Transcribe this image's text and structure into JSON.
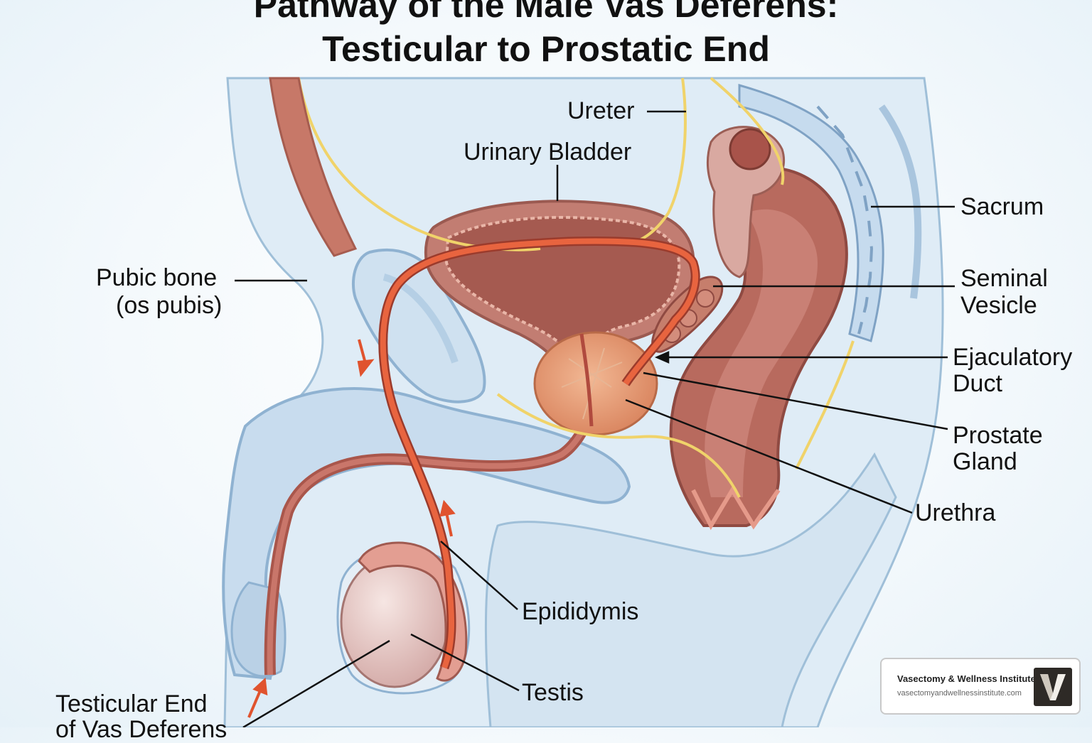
{
  "title": {
    "line1": "Pathway of the Male Vas Deferens:",
    "line2": "Testicular to Prostatic End"
  },
  "labels": {
    "ureter": "Ureter",
    "urinary_bladder": "Urinary Bladder",
    "sacrum": "Sacrum",
    "pubic_bone_line1": "Pubic bone",
    "pubic_bone_line2": "(os pubis)",
    "seminal_vesicle_line1": "Seminal",
    "seminal_vesicle_line2": "Vesicle",
    "ejaculatory_duct_line1": "Ejaculatory",
    "ejaculatory_duct_line2": "Duct",
    "prostate_gland_line1": "Prostate",
    "prostate_gland_line2": "Gland",
    "urethra": "Urethra",
    "epididymis": "Epididymis",
    "testis": "Testis",
    "testicular_end_line1": "Testicular End",
    "testicular_end_line2": "of Vas Deferens"
  },
  "branding": {
    "name": "Vasectomy & Wellness Institute",
    "url": "vasectomyandwellnessinstitute.com",
    "logo_icon": "v-letter-logo-icon"
  },
  "colors": {
    "vas_deferens": "#e8643f",
    "nerve_yellow": "#f0d36a",
    "tissue_blue": "#c9dcec",
    "bladder_pink": "#b96a5f",
    "prostate_tan": "#e8a27c",
    "arrow_red": "#e0532e"
  }
}
